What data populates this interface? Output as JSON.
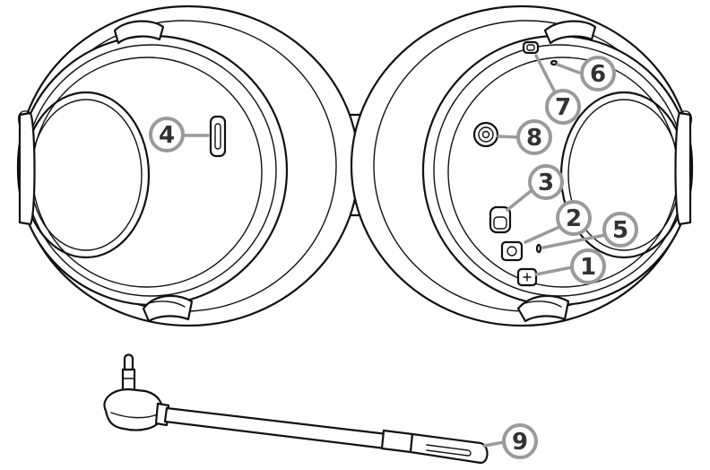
{
  "diagram": {
    "callouts": [
      {
        "id": "callout-4",
        "label": "4",
        "part": "usb-c-port"
      },
      {
        "id": "callout-6",
        "label": "6",
        "part": "top-indicator"
      },
      {
        "id": "callout-7",
        "label": "7",
        "part": "top-button"
      },
      {
        "id": "callout-8",
        "label": "8",
        "part": "mic-jack"
      },
      {
        "id": "callout-3",
        "label": "3",
        "part": "slide-switch"
      },
      {
        "id": "callout-2",
        "label": "2",
        "part": "center-button"
      },
      {
        "id": "callout-5",
        "label": "5",
        "part": "status-light"
      },
      {
        "id": "callout-1",
        "label": "1",
        "part": "volume-button"
      },
      {
        "id": "callout-9",
        "label": "9",
        "part": "detachable-microphone"
      }
    ]
  }
}
